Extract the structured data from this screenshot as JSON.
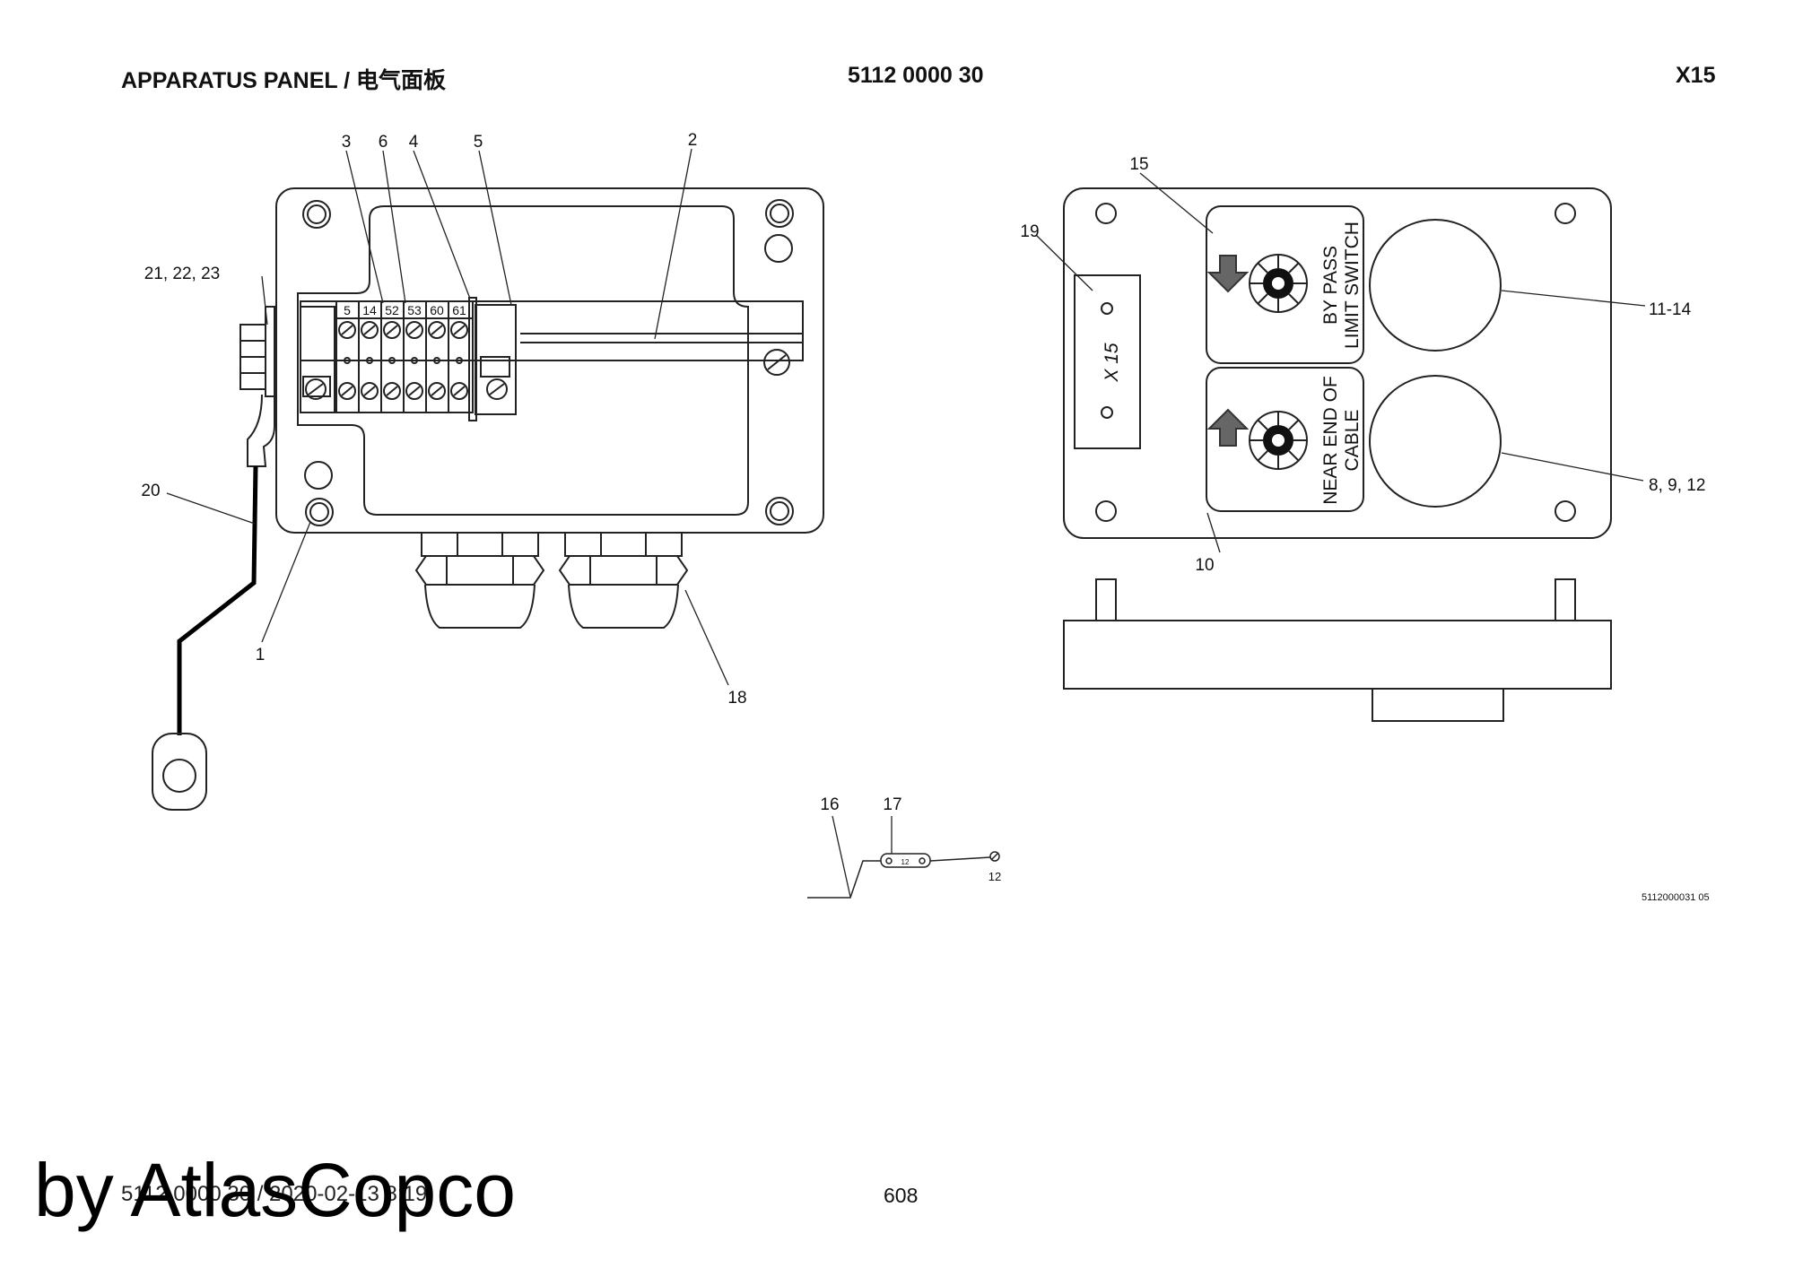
{
  "header": {
    "title": "APPARATUS PANEL / 电气面板",
    "part_number": "5112 0000 30",
    "designation": "X15"
  },
  "junction_box": {
    "terminal_numbers": [
      "5",
      "14",
      "52",
      "53",
      "60",
      "61"
    ],
    "callouts": {
      "c3": "3",
      "c6": "6",
      "c4": "4",
      "c5": "5",
      "c2": "2",
      "c21": "21, 22, 23",
      "c20": "20",
      "c1": "1",
      "c18": "18"
    }
  },
  "front_panel": {
    "plate_label": "X 15",
    "switch_top_line1": "BY PASS",
    "switch_top_line2": "LIMIT SWITCH",
    "switch_bottom_line1": "NEAR END OF",
    "switch_bottom_line2": "CABLE",
    "callouts": {
      "c15": "15",
      "c19": "19",
      "c11": "11-14",
      "c8": "8, 9, 12",
      "c10": "10"
    }
  },
  "wire_detail": {
    "callout16": "16",
    "callout17": "17",
    "marker_text": "12",
    "end_label": "12"
  },
  "drawing_number": "5112000031 05",
  "footer": {
    "code": "5112 0000 30 / 2020-02-13 8:19",
    "page": "608",
    "watermark": "by AtlasCopco"
  }
}
